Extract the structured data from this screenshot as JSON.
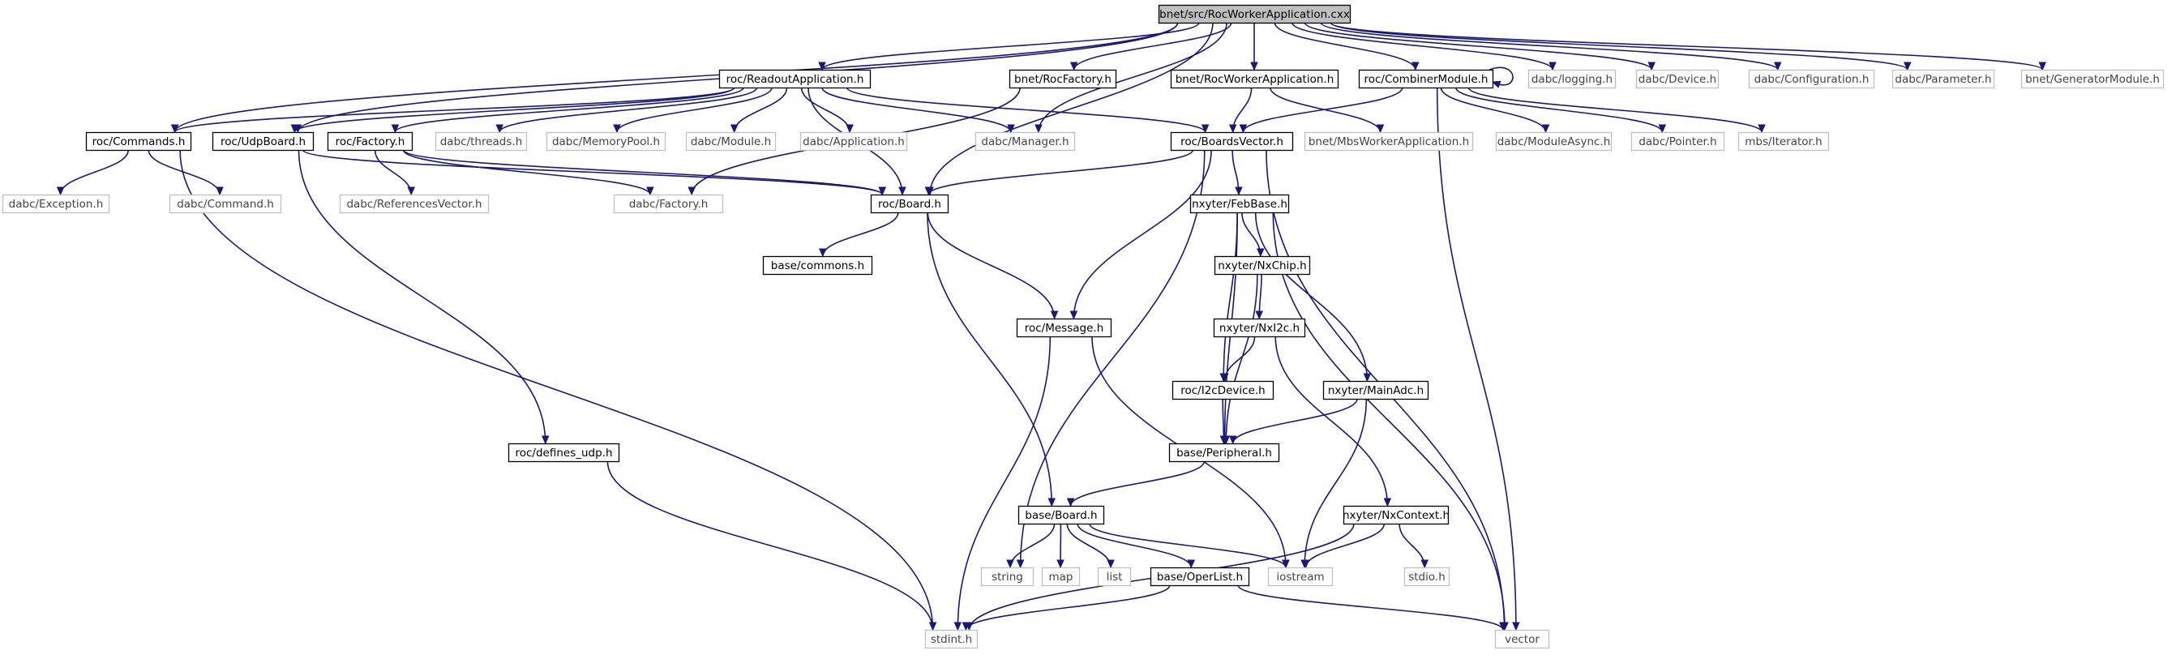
{
  "graph": {
    "colors": {
      "edge": "#191970",
      "root_fill": "#bfbfbf",
      "documented_border": "#000000",
      "external_border": "#bfbfbf"
    },
    "nodes": [
      {
        "id": "root",
        "label": "bnet/src/RocWorkerApplication.cxx",
        "kind": "root"
      },
      {
        "id": "readoutapp",
        "label": "roc/ReadoutApplication.h",
        "kind": "documented"
      },
      {
        "id": "rocfactory",
        "label": "bnet/RocFactory.h",
        "kind": "documented"
      },
      {
        "id": "bnetrocworker",
        "label": "bnet/RocWorkerApplication.h",
        "kind": "documented"
      },
      {
        "id": "combiner",
        "label": "roc/CombinerModule.h",
        "kind": "documented"
      },
      {
        "id": "logging",
        "label": "dabc/logging.h",
        "kind": "external"
      },
      {
        "id": "device",
        "label": "dabc/Device.h",
        "kind": "external"
      },
      {
        "id": "configuration",
        "label": "dabc/Configuration.h",
        "kind": "external"
      },
      {
        "id": "parameter",
        "label": "dabc/Parameter.h",
        "kind": "external"
      },
      {
        "id": "generator",
        "label": "bnet/GeneratorModule.h",
        "kind": "external"
      },
      {
        "id": "commands",
        "label": "roc/Commands.h",
        "kind": "documented"
      },
      {
        "id": "udpboard",
        "label": "roc/UdpBoard.h",
        "kind": "documented"
      },
      {
        "id": "rocfact",
        "label": "roc/Factory.h",
        "kind": "documented"
      },
      {
        "id": "threads",
        "label": "dabc/threads.h",
        "kind": "external"
      },
      {
        "id": "mempool",
        "label": "dabc/MemoryPool.h",
        "kind": "external"
      },
      {
        "id": "module",
        "label": "dabc/Module.h",
        "kind": "external"
      },
      {
        "id": "application",
        "label": "dabc/Application.h",
        "kind": "external"
      },
      {
        "id": "manager",
        "label": "dabc/Manager.h",
        "kind": "external"
      },
      {
        "id": "boardsvector",
        "label": "roc/BoardsVector.h",
        "kind": "documented"
      },
      {
        "id": "mbsworker",
        "label": "bnet/MbsWorkerApplication.h",
        "kind": "external"
      },
      {
        "id": "moduleasync",
        "label": "dabc/ModuleAsync.h",
        "kind": "external"
      },
      {
        "id": "pointer",
        "label": "dabc/Pointer.h",
        "kind": "external"
      },
      {
        "id": "iterator",
        "label": "mbs/Iterator.h",
        "kind": "external"
      },
      {
        "id": "exception",
        "label": "dabc/Exception.h",
        "kind": "external"
      },
      {
        "id": "command",
        "label": "dabc/Command.h",
        "kind": "external"
      },
      {
        "id": "refvector",
        "label": "dabc/ReferencesVector.h",
        "kind": "external"
      },
      {
        "id": "dabcfactory",
        "label": "dabc/Factory.h",
        "kind": "external"
      },
      {
        "id": "rocboard",
        "label": "roc/Board.h",
        "kind": "documented"
      },
      {
        "id": "febbase",
        "label": "nxyter/FebBase.h",
        "kind": "documented"
      },
      {
        "id": "commons",
        "label": "base/commons.h",
        "kind": "documented"
      },
      {
        "id": "nxchip",
        "label": "nxyter/NxChip.h",
        "kind": "documented"
      },
      {
        "id": "rocmessage",
        "label": "roc/Message.h",
        "kind": "documented"
      },
      {
        "id": "nxi2c",
        "label": "nxyter/NxI2c.h",
        "kind": "documented"
      },
      {
        "id": "i2cdevice",
        "label": "roc/I2cDevice.h",
        "kind": "documented"
      },
      {
        "id": "mainadc",
        "label": "nxyter/MainAdc.h",
        "kind": "documented"
      },
      {
        "id": "definesudp",
        "label": "roc/defines_udp.h",
        "kind": "documented"
      },
      {
        "id": "peripheral",
        "label": "base/Peripheral.h",
        "kind": "documented"
      },
      {
        "id": "baseboard",
        "label": "base/Board.h",
        "kind": "documented"
      },
      {
        "id": "nxcontext",
        "label": "nxyter/NxContext.h",
        "kind": "documented"
      },
      {
        "id": "string",
        "label": "string",
        "kind": "external"
      },
      {
        "id": "map",
        "label": "map",
        "kind": "external"
      },
      {
        "id": "list",
        "label": "list",
        "kind": "external"
      },
      {
        "id": "operlist",
        "label": "base/OperList.h",
        "kind": "documented"
      },
      {
        "id": "iostream",
        "label": "iostream",
        "kind": "external"
      },
      {
        "id": "stdio",
        "label": "stdio.h",
        "kind": "external"
      },
      {
        "id": "stdint",
        "label": "stdint.h",
        "kind": "external"
      },
      {
        "id": "vector",
        "label": "vector",
        "kind": "external"
      }
    ],
    "edges": [
      [
        "root",
        "readoutapp"
      ],
      [
        "root",
        "rocfactory"
      ],
      [
        "root",
        "bnetrocworker"
      ],
      [
        "root",
        "combiner"
      ],
      [
        "root",
        "logging"
      ],
      [
        "root",
        "device"
      ],
      [
        "root",
        "configuration"
      ],
      [
        "root",
        "parameter"
      ],
      [
        "root",
        "generator"
      ],
      [
        "root",
        "commands"
      ],
      [
        "root",
        "udpboard"
      ],
      [
        "root",
        "manager"
      ],
      [
        "root",
        "rocboard"
      ],
      [
        "readoutapp",
        "commands"
      ],
      [
        "readoutapp",
        "udpboard"
      ],
      [
        "readoutapp",
        "rocfact"
      ],
      [
        "readoutapp",
        "threads"
      ],
      [
        "readoutapp",
        "mempool"
      ],
      [
        "readoutapp",
        "module"
      ],
      [
        "readoutapp",
        "application"
      ],
      [
        "readoutapp",
        "manager"
      ],
      [
        "readoutapp",
        "boardsvector"
      ],
      [
        "readoutapp",
        "rocboard"
      ],
      [
        "rocfactory",
        "dabcfactory"
      ],
      [
        "bnetrocworker",
        "boardsvector"
      ],
      [
        "bnetrocworker",
        "mbsworker"
      ],
      [
        "combiner",
        "combiner"
      ],
      [
        "combiner",
        "boardsvector"
      ],
      [
        "combiner",
        "moduleasync"
      ],
      [
        "combiner",
        "pointer"
      ],
      [
        "combiner",
        "iterator"
      ],
      [
        "combiner",
        "vector"
      ],
      [
        "commands",
        "exception"
      ],
      [
        "commands",
        "command"
      ],
      [
        "commands",
        "stdint"
      ],
      [
        "udpboard",
        "rocboard"
      ],
      [
        "udpboard",
        "definesudp"
      ],
      [
        "rocfact",
        "refvector"
      ],
      [
        "rocfact",
        "dabcfactory"
      ],
      [
        "rocfact",
        "rocboard"
      ],
      [
        "boardsvector",
        "rocboard"
      ],
      [
        "boardsvector",
        "febbase"
      ],
      [
        "boardsvector",
        "rocmessage"
      ],
      [
        "boardsvector",
        "string"
      ],
      [
        "boardsvector",
        "vector"
      ],
      [
        "rocboard",
        "commons"
      ],
      [
        "rocboard",
        "rocmessage"
      ],
      [
        "rocboard",
        "baseboard"
      ],
      [
        "febbase",
        "nxchip"
      ],
      [
        "febbase",
        "i2cdevice"
      ],
      [
        "febbase",
        "mainadc"
      ],
      [
        "febbase",
        "peripheral"
      ],
      [
        "febbase",
        "vector"
      ],
      [
        "nxchip",
        "nxi2c"
      ],
      [
        "nxchip",
        "peripheral"
      ],
      [
        "nxi2c",
        "i2cdevice"
      ],
      [
        "nxi2c",
        "nxcontext"
      ],
      [
        "i2cdevice",
        "peripheral"
      ],
      [
        "mainadc",
        "peripheral"
      ],
      [
        "mainadc",
        "iostream"
      ],
      [
        "rocmessage",
        "stdint"
      ],
      [
        "rocmessage",
        "iostream"
      ],
      [
        "definesudp",
        "stdint"
      ],
      [
        "peripheral",
        "baseboard"
      ],
      [
        "baseboard",
        "string"
      ],
      [
        "baseboard",
        "map"
      ],
      [
        "baseboard",
        "list"
      ],
      [
        "baseboard",
        "operlist"
      ],
      [
        "baseboard",
        "iostream"
      ],
      [
        "operlist",
        "stdint"
      ],
      [
        "operlist",
        "vector"
      ],
      [
        "nxcontext",
        "iostream"
      ],
      [
        "nxcontext",
        "stdio"
      ],
      [
        "nxcontext",
        "stdint"
      ]
    ]
  }
}
